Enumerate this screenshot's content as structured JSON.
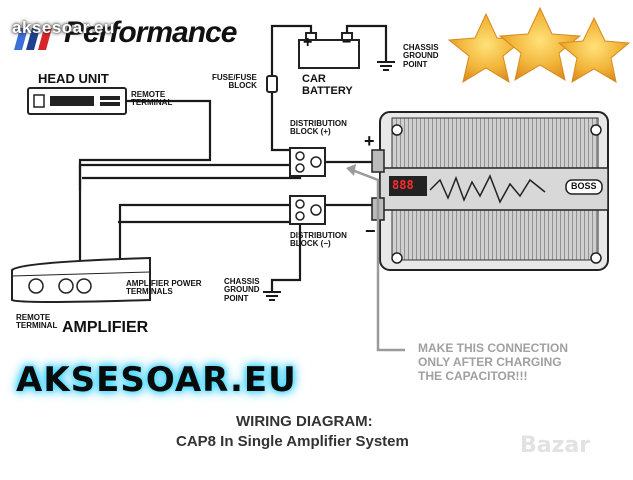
{
  "brand": {
    "overlay_text": "aksesoar.eu",
    "performance_text": "Performance",
    "stripe_colors": [
      "#3a6fd8",
      "#1f3f8f",
      "#d8252a"
    ]
  },
  "head_unit": {
    "label": "HEAD UNIT",
    "remote_terminal": "REMOTE\nTERMINAL"
  },
  "fuse": {
    "label": "FUSE/FUSE\nBLOCK"
  },
  "battery": {
    "label": "CAR\nBATTERY",
    "plus": "+",
    "minus": "−"
  },
  "chassis_top": {
    "label": "CHASSIS\nGROUND\nPOINT"
  },
  "dist_pos": {
    "label": "DISTRIBUTION\nBLOCK (+)"
  },
  "dist_neg": {
    "label": "DISTRIBUTION\nBLOCK (−)"
  },
  "capacitor": {
    "plus": "+",
    "minus": "−",
    "display": "888",
    "badge": "BOSS"
  },
  "amplifier": {
    "label": "AMPLIFIER",
    "power_terminals": "AMPLIFIER POWER\nTERMINALS",
    "remote_terminal": "REMOTE\nTERMINAL"
  },
  "chassis_bottom": {
    "label": "CHASSIS\nGROUND\nPOINT"
  },
  "warning": {
    "text": "MAKE THIS CONNECTION\nONLY AFTER CHARGING\nTHE CAPACITOR!!!"
  },
  "footer": {
    "site": "AKSESOAR.EU",
    "diagram_title": "WIRING DIAGRAM:",
    "diagram_subtitle": "CAP8 In Single Amplifier System",
    "watermark": "Bazar"
  },
  "colors": {
    "star": "#f2b53a",
    "star_edge": "#d98a1e",
    "glow": "#46e0ff",
    "wire": "#1a1a1a",
    "warn_wire": "#9a9a9a"
  }
}
